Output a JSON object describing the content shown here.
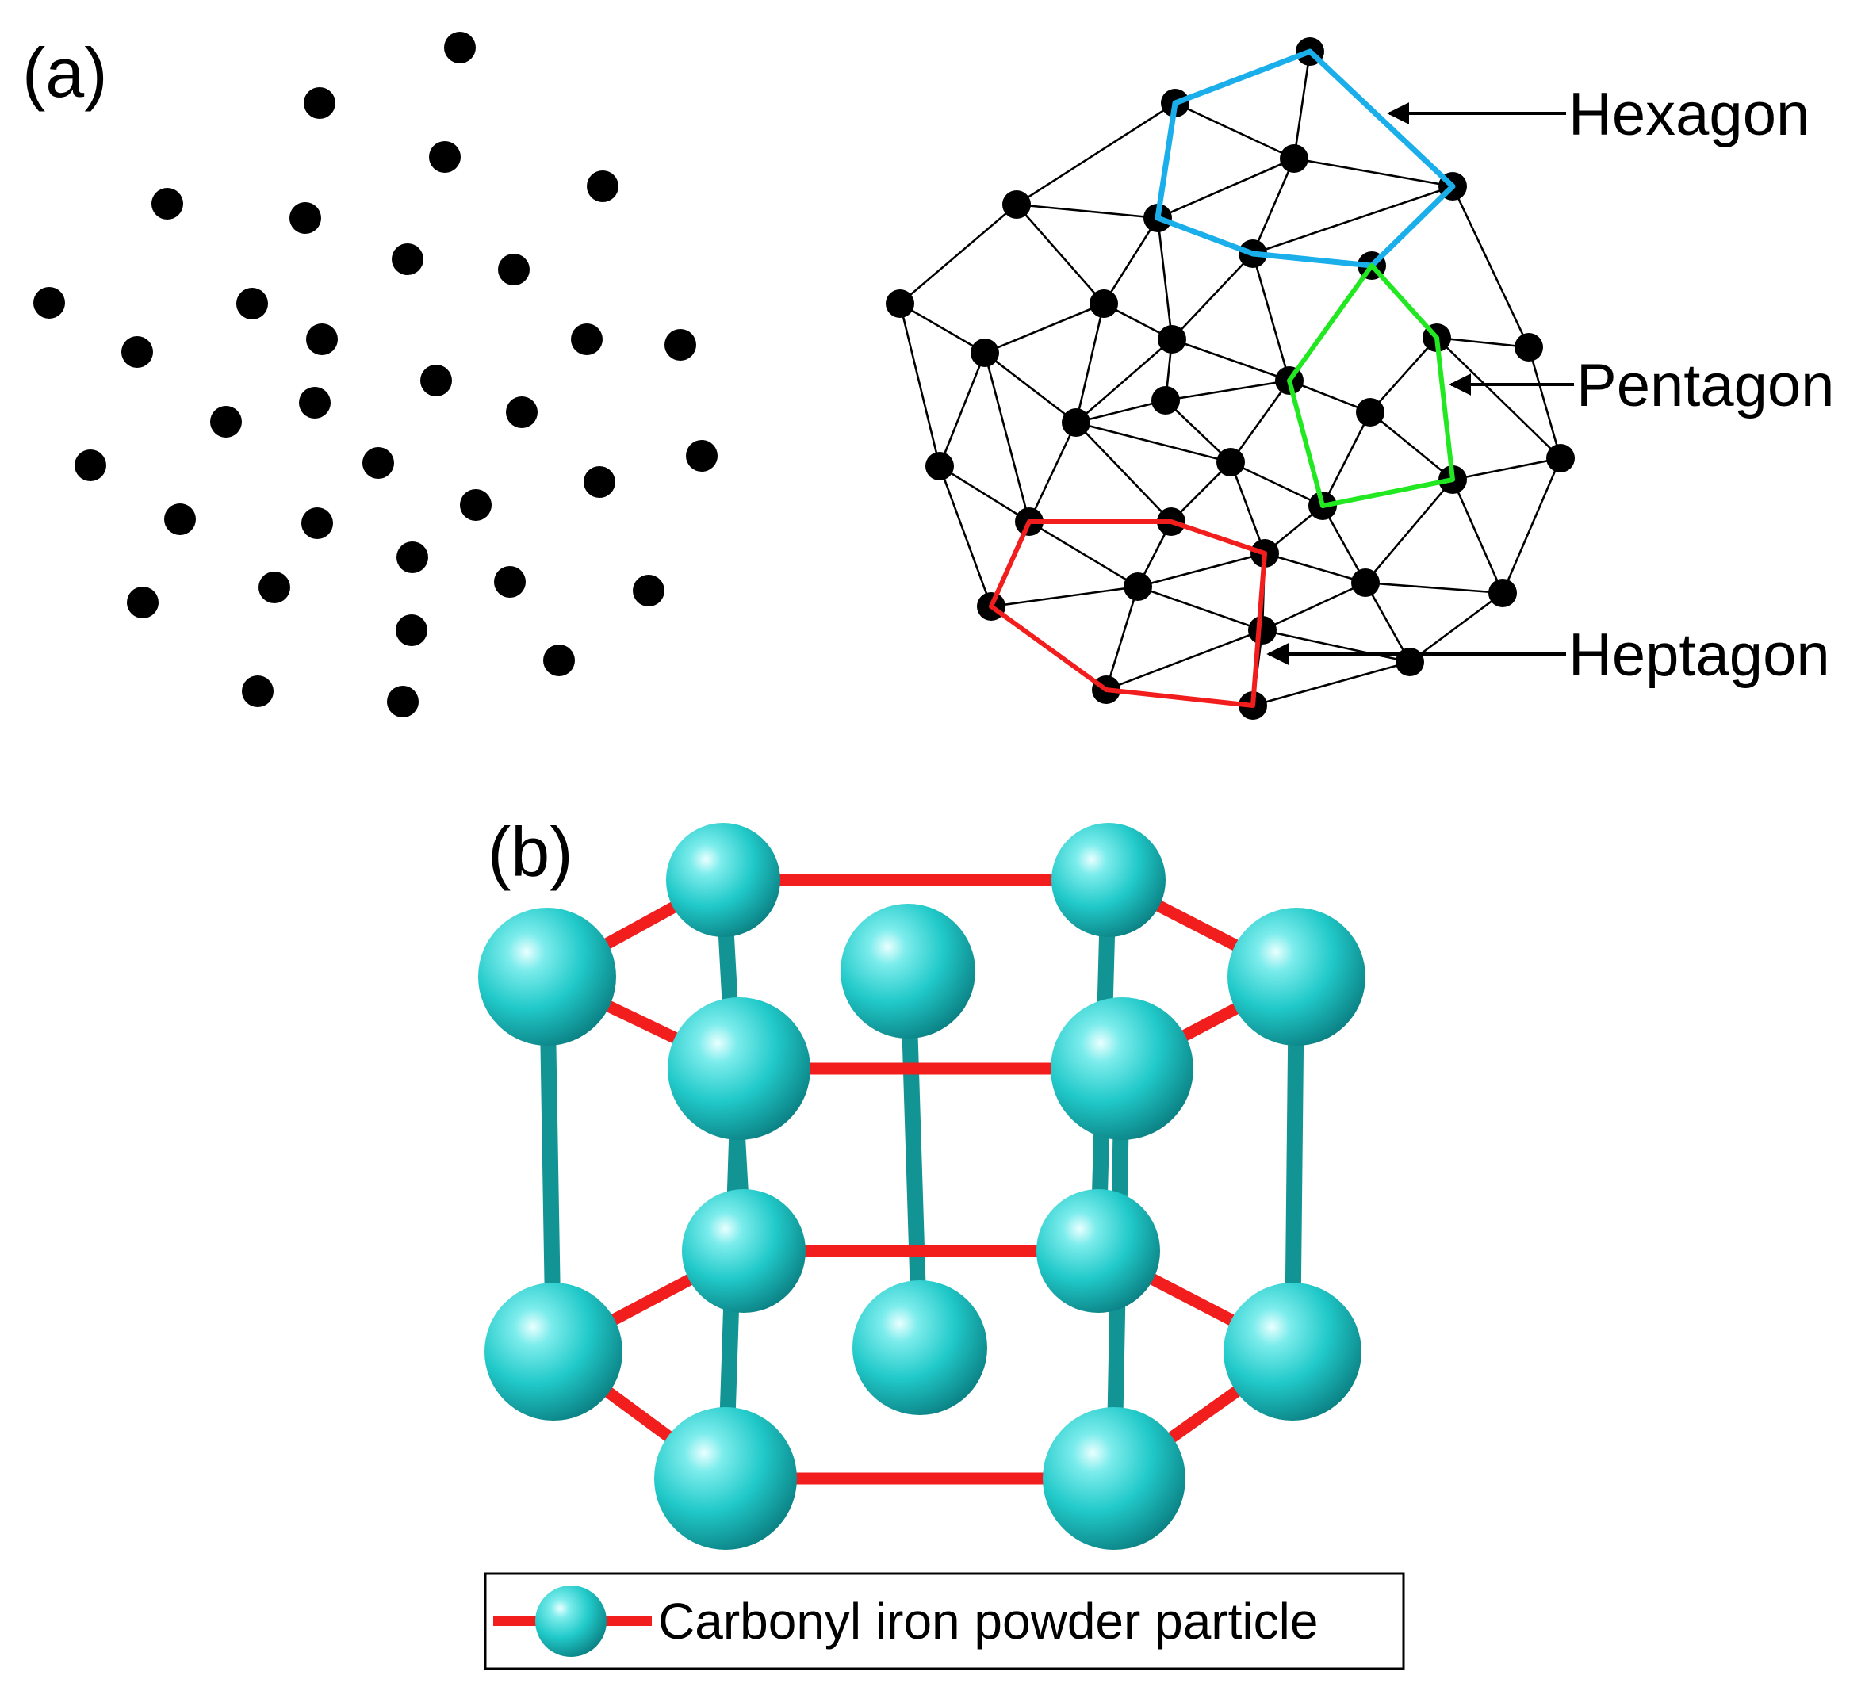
{
  "panels": {
    "a": {
      "label": "(a)"
    },
    "b": {
      "label": "(b)"
    }
  },
  "annotations": {
    "hexagon": "Hexagon",
    "pentagon": "Pentagon",
    "heptagon": "Heptagon"
  },
  "legend": {
    "text": "Carbonyl iron powder particle"
  },
  "colors": {
    "particle": "#1fc7c7",
    "particle_dark": "#0e7f80",
    "bond": "#f21e1e",
    "vertical_bond": "#139494",
    "hexagon_outline": "#1aaeea",
    "pentagon_outline": "#22e822",
    "heptagon_outline": "#f21e1e",
    "dot": "#000000"
  }
}
